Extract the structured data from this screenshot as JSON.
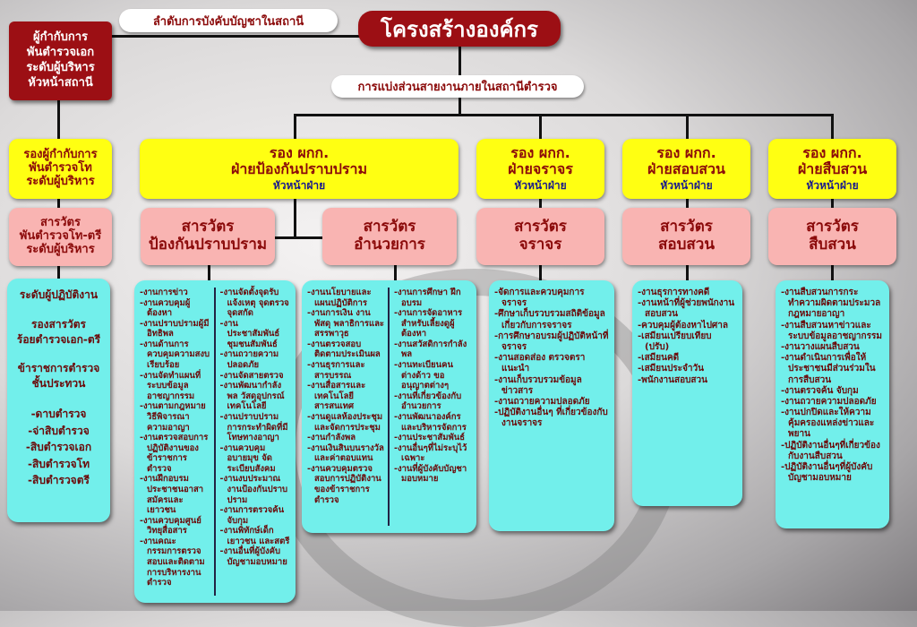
{
  "title": "โครงสร้างองค์กร",
  "chain_label": "ลำดับการบังคับบัญชาในสถานี",
  "division_label": "การแบ่งส่วนสายงานภายในสถานีตำรวจ",
  "commander": [
    "ผู้กำกับการ",
    "พันตำรวจเอก",
    "ระดับผู้บริหาร",
    "หัวหน้าสถานี"
  ],
  "deputy": [
    "รองผู้กำกับการ",
    "พันตำรวจโท",
    "ระดับผู้บริหาร"
  ],
  "inspector": [
    "สารวัตร",
    "พันตำรวจโท-ตรี",
    "ระดับผู้บริหาร"
  ],
  "operational": {
    "heading": "ระดับผู้ปฏิบัติงาน",
    "sub_inspector": [
      "รองสารวัตร",
      "ร้อยตำรวจเอก-ตรี"
    ],
    "officers": [
      "ข้าราชการตำรวจ",
      "ชั้นประทวน"
    ],
    "ranks": [
      "-ดาบตำรวจ",
      "-จ่าสิบตำรวจ",
      "-สิบตำรวจเอก",
      "-สิบตำรวจโท",
      "-สิบตำรวจตรี"
    ]
  },
  "divisions": [
    {
      "title": [
        "รอง ผกก.",
        "ฝ่ายป้องกันปราบปราม"
      ],
      "head": "หัวหน้าฝ่าย"
    },
    {
      "title": [
        "รอง ผกก.",
        "ฝ่ายจราจร"
      ],
      "head": "หัวหน้าฝ่าย"
    },
    {
      "title": [
        "รอง ผกก.",
        "ฝ่ายสอบสวน"
      ],
      "head": "หัวหน้าฝ่าย"
    },
    {
      "title": [
        "รอง ผกก.",
        "ฝ่ายสืบสวน"
      ],
      "head": "หัวหน้าฝ่าย"
    }
  ],
  "units": [
    {
      "name": [
        "สารวัตร",
        "ป้องกันปราบปราม"
      ],
      "duties_a": [
        "-งานการข่าว",
        "-งานควบคุมผู้ต้องหา",
        "-งานปราบปรามผู้มีอิทธิพล",
        "-งานด้านการควบคุมความสงบเรียบร้อย",
        "-งานจัดทำแผนที่ระบบข้อมูลอาชญากรรม",
        "-งานตามกฎหมายวิธีพิจารณาความอาญา",
        "-งานตรวจสอบการปฏิบัติงานของข้าราชการตำรวจ",
        "-งานฝึกอบรมประชาชนอาสาสมัครและเยาวชน",
        "-งานควบคุมศูนย์วิทยุสื่อสาร",
        "-งานคณะกรรมการตรวจสอบและติดตาม การบริหารงานตำรวจ"
      ],
      "duties_b": [
        "-งานจัดตั้งจุดรับแจ้งเหตุ จุดตรวจ จุดสกัด",
        "-งานประชาสัมพันธ์ชุมชนสัมพันธ์",
        "-งานถวายความปลอดภัย",
        "-งานจัดสายตรวจ",
        "-งานพัฒนากำลังพล วัสดุอุปกรณ์ เทคโนโลยี",
        "-งานปราบปรามการกระทำผิดที่มีโทษทางอาญา",
        "-งานควบคุมอบายมุข จัดระเบียบสังคม",
        "-งานงบประมาณงานป้องกันปราบปราม",
        "-งานการตรวจค้นจับกุม",
        "-งานพิทักษ์เด็ก เยาวชน และสตรี",
        "-งานอื่นที่ผู้บังคับบัญชามอบหมาย"
      ]
    },
    {
      "name": [
        "สารวัตร",
        "อำนวยการ"
      ],
      "duties_a": [
        "-งานนโยบายและแผนปฏิบัติการ",
        "-งานการเงิน งานพัสดุ พลาธิการและสรรพาวุธ",
        "-งานตรวจสอบติดตามประเมินผล",
        "-งานธุรการและสารบรรณ",
        "-งานสื่อสารและเทคโนโลยีสารสนเทศ",
        "-งานดูแลห้องประชุมและจัดการประชุม",
        "-งานกำลังพล",
        "-งานเงินสินบนรางวัลและค่าตอบแทน",
        "-งานควบคุมตรวจสอบการปฏิบัติงานของข้าราชการตำรวจ"
      ],
      "duties_b": [
        "-งานการศึกษา ฝึกอบรม",
        "-งานการจัดอาหารสำหรับเลี้ยงดูผู้ต้องหา",
        "-งานสวัสดิการกำลังพล",
        "-งานทะเบียนคนต่างด้าว ขออนุญาตต่างๆ",
        "-งานที่เกี่ยวข้องกับอำนวยการ",
        "-งานพัฒนาองค์กรและบริหารจัดการ",
        "-งานประชาสัมพันธ์",
        "-งานอื่นๆที่ไม่ระบุไว้เฉพาะ",
        "-งานที่ผู้บังคับบัญชามอบหมาย"
      ]
    },
    {
      "name": [
        "สารวัตร",
        "จราจร"
      ],
      "duties_a": [
        "-จัดการและควบคุมการจราจร",
        "-ศึกษาเก็บรวบรวมสถิติข้อมูลเกี่ยวกับการจราจร",
        "-การศึกษาอบรมผู้ปฏิบัติหน้าที่จราจร",
        "-งานสอดส่อง ตรวจตราแนะนำ",
        "-งานเก็บรวบรวมข้อมูลข่าวสาร",
        "-งานถวายความปลอดภัย",
        "-ปฏิบัติงานอื่นๆ ที่เกี่ยวข้องกับงานจราจร"
      ]
    },
    {
      "name": [
        "สารวัตร",
        "สอบสวน"
      ],
      "duties_a": [
        "-งานธุรการทางคดี",
        "-งานหน้าที่ผู้ช่วยพนักงานสอบสวน",
        "-ควบคุมผู้ต้องหาไปศาล",
        "-เสมียนเปรียบเทียบ (ปรับ)",
        "-เสมียนคดี",
        "-เสมียนประจำวัน",
        "-พนักงานสอบสวน"
      ]
    },
    {
      "name": [
        "สารวัตร",
        "สืบสวน"
      ],
      "duties_a": [
        "-งานสืบสวนการกระทำความผิดตามประมวลกฎหมายอาญา",
        "-งานสืบสวนหาข่าวและระบบข้อมูลอาชญากรรม",
        "-งานวางแผนสืบสวน",
        "-งานดำเนินการเพื่อให้ประชาชนมีส่วนร่วมในการสืบสวน",
        "-งานตรวจค้น จับกุม",
        "-งานถวายความปลอดภัย",
        "-งานปกปิดและให้ความคุ้มครองแหล่งข่าวและพยาน",
        "-ปฏิบัติงานอื่นๆที่เกี่ยวข้องกับงานสืบสวน",
        "-ปฏิบัติงานอื่นๆที่ผู้บังคับบัญชามอบหมาย"
      ]
    }
  ]
}
